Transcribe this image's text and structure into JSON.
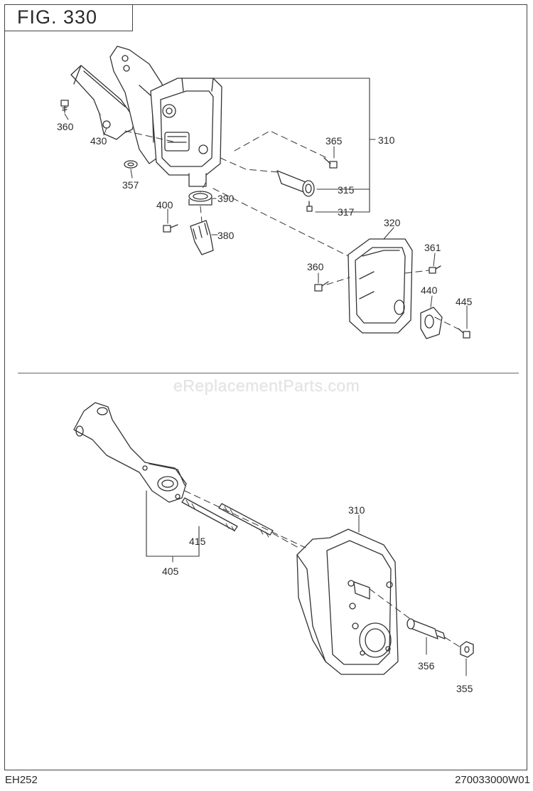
{
  "figure": {
    "title": "FIG. 330"
  },
  "watermark": "eReplacementParts.com",
  "footer": {
    "model": "EH252",
    "code": "270033000W01"
  },
  "upper_assembly": {
    "part_labels": [
      "360",
      "430",
      "357",
      "365",
      "310",
      "315",
      "317",
      "390",
      "400",
      "380",
      "320",
      "361",
      "360",
      "440",
      "445"
    ]
  },
  "lower_assembly": {
    "part_labels": [
      "310",
      "415",
      "405",
      "356",
      "355"
    ]
  }
}
